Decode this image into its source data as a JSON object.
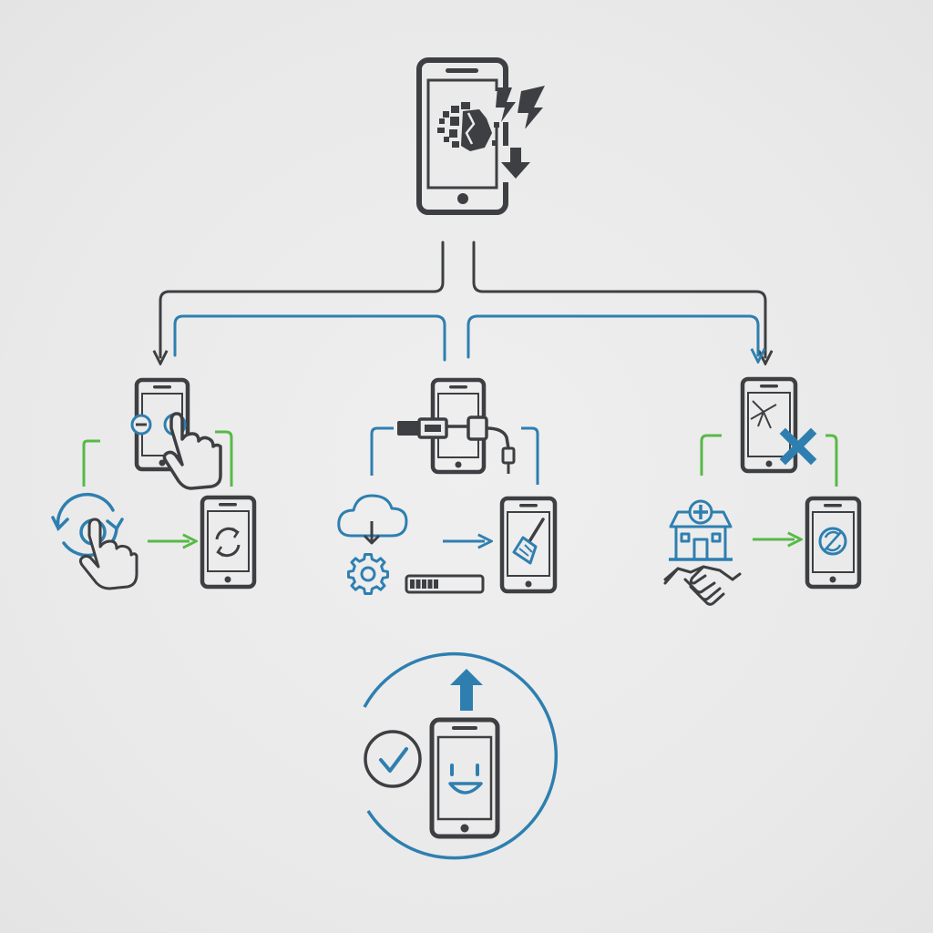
{
  "colors": {
    "dark": "#3d3f42",
    "blue": "#2e7fb0",
    "green": "#58b947",
    "background": "#ebebeb"
  },
  "diagram": {
    "top_node": {
      "icons": [
        "smartphone-icon",
        "corrupted-data-icon",
        "lightning-crack-icon",
        "download-arrow-icon"
      ]
    },
    "branches": [
      {
        "id": "soft-reset",
        "icons": [
          "smartphone-icon",
          "minus-button-icon",
          "pointing-hand-icon",
          "refresh-circle-icon",
          "tapping-hand-icon",
          "arrow-right-icon",
          "smartphone-sync-icon"
        ]
      },
      {
        "id": "restore-via-cable",
        "icons": [
          "smartphone-icon",
          "usb-cable-icon",
          "cloud-download-icon",
          "gear-icon",
          "progress-bar-icon",
          "arrow-right-icon",
          "smartphone-clean-icon"
        ]
      },
      {
        "id": "repair-service",
        "icons": [
          "cracked-smartphone-icon",
          "x-mark-icon",
          "repair-shop-icon",
          "handshake-icon",
          "arrow-right-icon",
          "smartphone-restored-icon"
        ]
      }
    ],
    "result": {
      "icons": [
        "upload-arrow-icon",
        "check-circle-icon",
        "happy-smartphone-icon"
      ]
    },
    "progress_fill": 0.4
  }
}
